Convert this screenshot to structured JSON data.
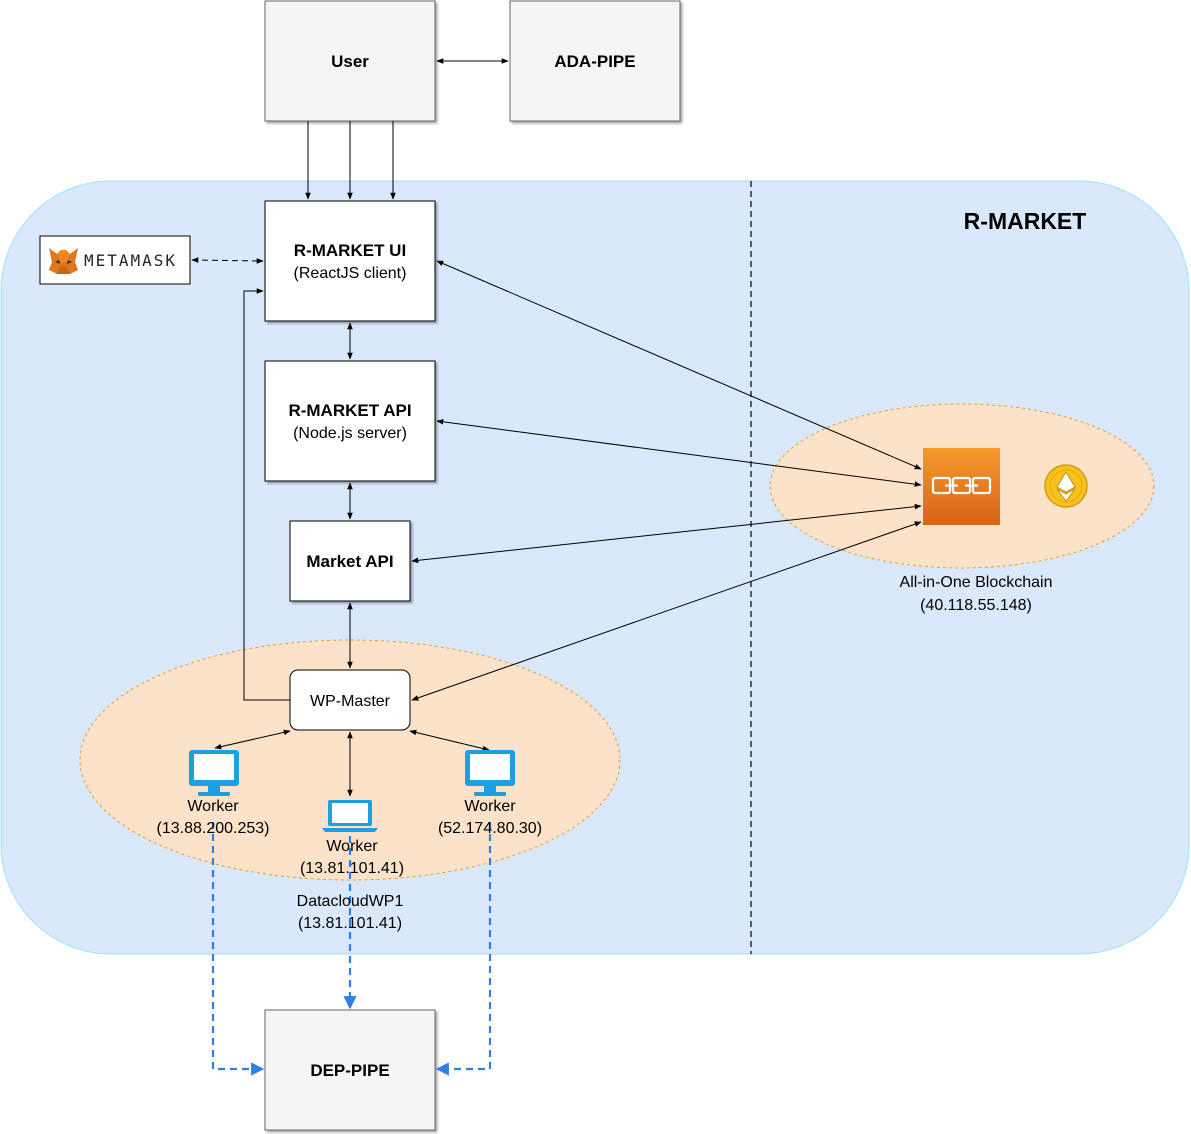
{
  "region": {
    "title": "R-MARKET"
  },
  "boxes": {
    "user": "User",
    "ada_pipe": "ADA-PIPE",
    "ui_title": "R-MARKET UI",
    "ui_sub": "(ReactJS client)",
    "api_title": "R-MARKET API",
    "api_sub": "(Node.js server)",
    "market_api": "Market API",
    "wp_master": "WP-Master",
    "dep_pipe": "DEP-PIPE"
  },
  "metamask": {
    "label": "METAMASK"
  },
  "workers": [
    {
      "label": "Worker",
      "ip": "(13.88.200.253)",
      "icon": "desktop-icon"
    },
    {
      "label": "Worker",
      "ip": "(13.81.101.41)",
      "icon": "laptop-icon"
    },
    {
      "label": "Worker",
      "ip": "(52.174.80.30)",
      "icon": "desktop-icon"
    }
  ],
  "cluster": {
    "name": "DatacloudWP1",
    "ip": "(13.81.101.41)"
  },
  "blockchain": {
    "name": "All-in-One Blockchain",
    "ip": "(40.118.55.148)",
    "icons": [
      "blockchain-icon",
      "ethereum-icon"
    ]
  },
  "colors": {
    "region_fill": "#dae8fc",
    "region_stroke": "#a0e2f2",
    "cluster_fill": "#fce2c8",
    "cluster_stroke": "#e0a030",
    "box_fill": "#f5f5f5",
    "blockchain_orange": "#e87a1e",
    "worker_blue": "#1ba1e2",
    "dashed_blue": "#2f7fe4"
  }
}
